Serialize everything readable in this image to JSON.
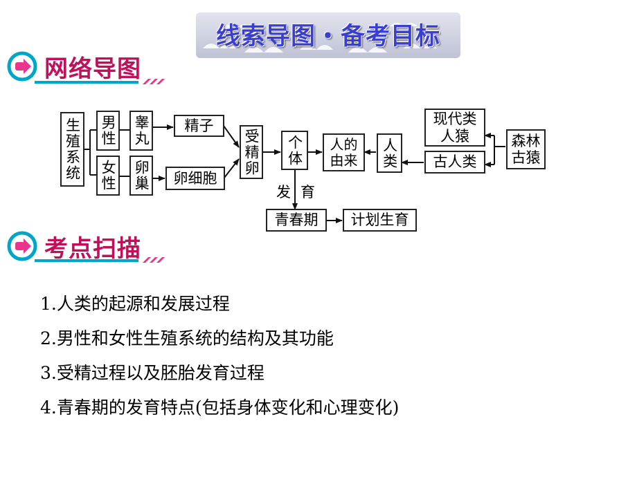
{
  "header": {
    "title": "线索导图・备考目标"
  },
  "sections": {
    "network": {
      "title": "网络导图"
    },
    "scan": {
      "title": "考点扫描"
    }
  },
  "diagram": {
    "reproductive_system": "生殖系统",
    "male": "男性",
    "female": "女性",
    "testis": "睾丸",
    "ovary": "卵巢",
    "sperm": "精子",
    "egg_cell": "卵细胞",
    "fertilized_egg": "受精卵",
    "individual": "个体",
    "origin_of_humans": "人的由来",
    "humans": "人类",
    "ancient_humans": "古人类",
    "modern_apes": "现代类人猿",
    "forest_apes": "森林古猿",
    "development": "发育",
    "puberty": "青春期",
    "family_planning": "计划生育"
  },
  "exam_points": [
    "1.人类的起源和发展过程",
    "2.男性和女性生殖系统的结构及其功能",
    "3.受精过程以及胚胎发育过程",
    "4.青春期的发育特点(包括身体变化和心理变化)"
  ],
  "colors": {
    "title": "#3b3fd0",
    "section": "#c0105a",
    "accent": "#00a6c8"
  },
  "icons": {
    "section_marker": "arrow-bubble-icon"
  }
}
